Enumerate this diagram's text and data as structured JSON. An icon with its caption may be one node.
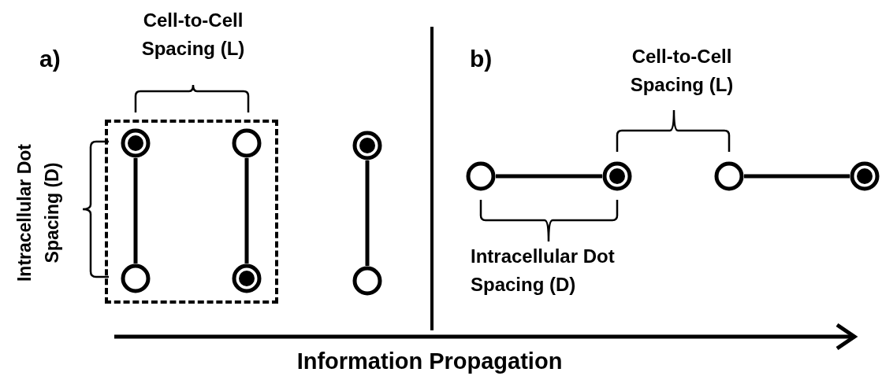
{
  "diagram": {
    "nodes": [
      {
        "text": [],
        "shape": "box"
      },
      {
        "text": [],
        "shape": "dot",
        "in": 0
      },
      {
        "text": [],
        "shape": "circle",
        "in": 0
      },
      {
        "text": [],
        "shape": "circle",
        "in": 0
      },
      {
        "text": [],
        "shape": "dot",
        "in": 0
      },
      {
        "text": [],
        "shape": "dot"
      },
      {
        "text": [],
        "shape": "circle"
      },
      {
        "text": [],
        "shape": "circle"
      },
      {
        "text": [],
        "shape": "dot"
      },
      {
        "text": [],
        "shape": "circle"
      },
      {
        "text": [],
        "shape": "dot"
      }
    ],
    "edges": [
      {
        "from": 1,
        "to": 3,
        "arrow": "none"
      },
      {
        "from": 2,
        "to": 4,
        "arrow": "none"
      },
      {
        "from": 5,
        "to": 6,
        "arrow": "none"
      },
      {
        "from": 7,
        "to": 8,
        "arrow": "none"
      },
      {
        "from": 9,
        "to": 10,
        "arrow": "none"
      }
    ],
    "labels": [
      "a)",
      "Cell-to-Cell Spacing (L)",
      "Intracellular Dot Spacing (D)",
      "b)",
      "Cell-to-Cell Spacing (L)",
      "Intracellular Dot Spacing (D)",
      "Information Propagation"
    ]
  }
}
